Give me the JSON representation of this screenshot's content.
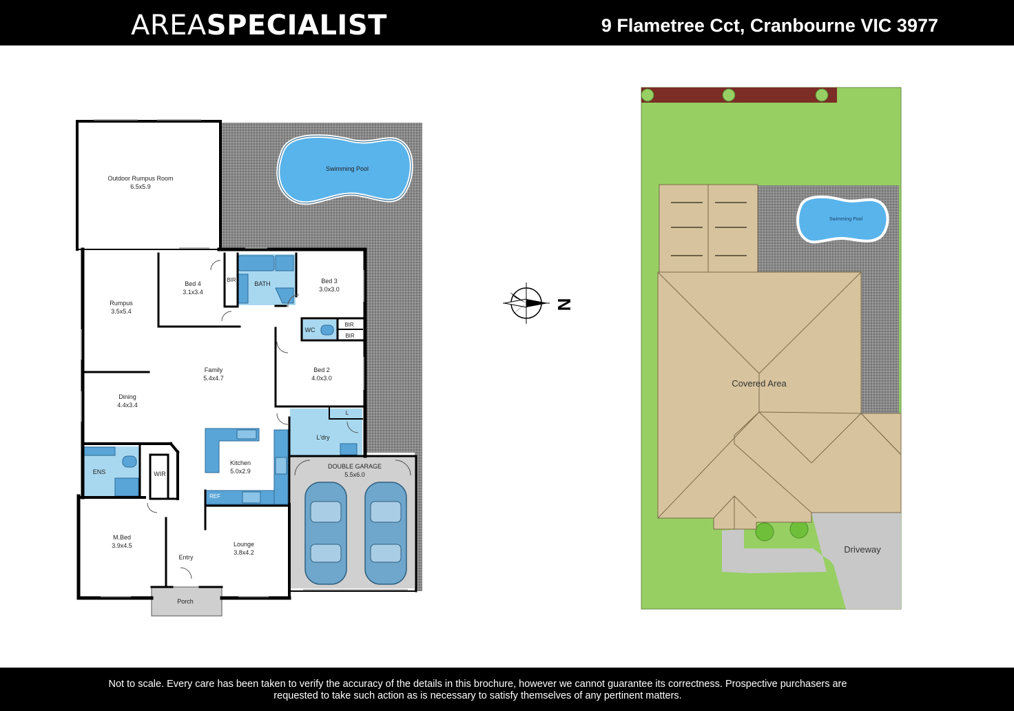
{
  "header": {
    "logo_part1": "AREA",
    "logo_part2": "SPECIALIST",
    "address": "9 Flametree Cct, Cranbourne VIC 3977"
  },
  "floorplan": {
    "rooms": {
      "outdoor_rumpus": {
        "name": "Outdoor Rumpus Room",
        "dims": "6.5x5.9"
      },
      "swimming_pool": {
        "name": "Swimming Pool"
      },
      "rumpus": {
        "name": "Rumpus",
        "dims": "3.5x5.4"
      },
      "bed4": {
        "name": "Bed 4",
        "dims": "3.1x3.4"
      },
      "bir1": {
        "name": "BIR"
      },
      "bath": {
        "name": "BATH"
      },
      "bed3": {
        "name": "Bed 3",
        "dims": "3.0x3.0"
      },
      "wc": {
        "name": "WC"
      },
      "bir2": {
        "name": "BIR"
      },
      "bir3": {
        "name": "BIR"
      },
      "family": {
        "name": "Family",
        "dims": "5.4x4.7"
      },
      "bed2": {
        "name": "Bed 2",
        "dims": "4.0x3.0"
      },
      "dining": {
        "name": "Dining",
        "dims": "4.4x3.4"
      },
      "linen": {
        "name": "L"
      },
      "laundry": {
        "name": "L'dry"
      },
      "kitchen": {
        "name": "Kitchen",
        "dims": "5.0x2.9"
      },
      "ens": {
        "name": "ENS"
      },
      "wir": {
        "name": "WIR"
      },
      "double_garage": {
        "name": "DOUBLE GARAGE",
        "dims": "5.5x6.0"
      },
      "ref": {
        "name": "REF"
      },
      "mbed": {
        "name": "M.Bed",
        "dims": "3.9x4.5"
      },
      "entry": {
        "name": "Entry"
      },
      "lounge": {
        "name": "Lounge",
        "dims": "3.8x4.2"
      },
      "porch": {
        "name": "Porch"
      }
    }
  },
  "compass": {
    "letter": "N"
  },
  "siteplan": {
    "pool": "Swimming Pool",
    "covered_area": "Covered Area",
    "driveway": "Driveway"
  },
  "colors": {
    "wall": "#000000",
    "wet_area": "#a8d8f0",
    "fixture": "#5aa5d8",
    "pool": "#59b4ec",
    "paving": "#808080",
    "lawn": "#97cf63",
    "roof": "#d7c49e",
    "fence": "#7b2d26",
    "driveway": "#c8c8c8"
  },
  "footer": {
    "disclaimer": "Not to scale. Every care has been taken to verify the accuracy of the details in this brochure, however we cannot guarantee its correctness. Prospective purchasers are requested to take such action as is necessary to satisfy themselves of any pertinent matters."
  }
}
